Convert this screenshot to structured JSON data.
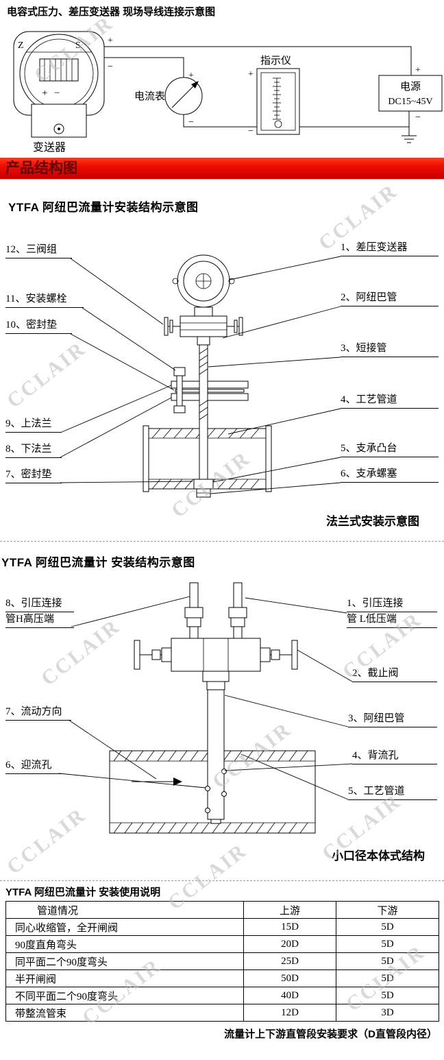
{
  "watermark": {
    "text": "CCLAIR"
  },
  "wiring": {
    "title": "电容式压力、差压变送器  现场导线连接示意图",
    "transmitter": {
      "label": "变送器",
      "terminal_z": "Z",
      "terminal_s": "S"
    },
    "ammeter": {
      "label": "电流表"
    },
    "indicator": {
      "label": "指示仪"
    },
    "power": {
      "label": "电源",
      "value": "DC15~45V"
    },
    "plus": "+",
    "minus": "−"
  },
  "banner": {
    "title": "产品结构图"
  },
  "diagram1": {
    "title": "YTFA  阿纽巴流量计安装结构示意图",
    "left_labels": [
      "12、三阀组",
      "11、安装螺栓",
      "10、密封垫",
      "9、上法兰",
      "8、下法兰",
      "7、密封垫"
    ],
    "right_labels": [
      "1、差压变送器",
      "2、阿纽巴管",
      "3、短接管",
      "4、工艺管道",
      "5、支承凸台",
      "6、支承螺塞"
    ],
    "caption": "法兰式安装示意图"
  },
  "diagram2": {
    "title": "YTFA 阿纽巴流量计  安装结构示意图",
    "left_label_8": [
      "8、引压连接",
      "管H高压端"
    ],
    "left_label_7": "7、流动方向",
    "left_label_6": "6、迎流孔",
    "right_label_1": [
      "1、引压连接",
      "管 L低压端"
    ],
    "right_label_2": "2、截止阀",
    "right_label_3": "3、阿纽巴管",
    "right_label_4": "4、背流孔",
    "right_label_5": "5、工艺管道",
    "caption": "小口径本体式结构"
  },
  "usage": {
    "title": "YTFA 阿纽巴流量计 安装使用说明",
    "table": {
      "headers": [
        "管道情况",
        "上游",
        "下游"
      ],
      "rows": [
        [
          "同心收缩管，全开闸阀",
          "15D",
          "5D"
        ],
        [
          "90度直角弯头",
          "20D",
          "5D"
        ],
        [
          "同平面二个90度弯头",
          "25D",
          "5D"
        ],
        [
          "半开闸阀",
          "50D",
          "5D"
        ],
        [
          "不同平面二个90度弯头",
          "40D",
          "5D"
        ],
        [
          "带整流管束",
          "12D",
          "3D"
        ]
      ]
    },
    "footer": "流量计上下游直管段安装要求（D直管段内径）"
  }
}
